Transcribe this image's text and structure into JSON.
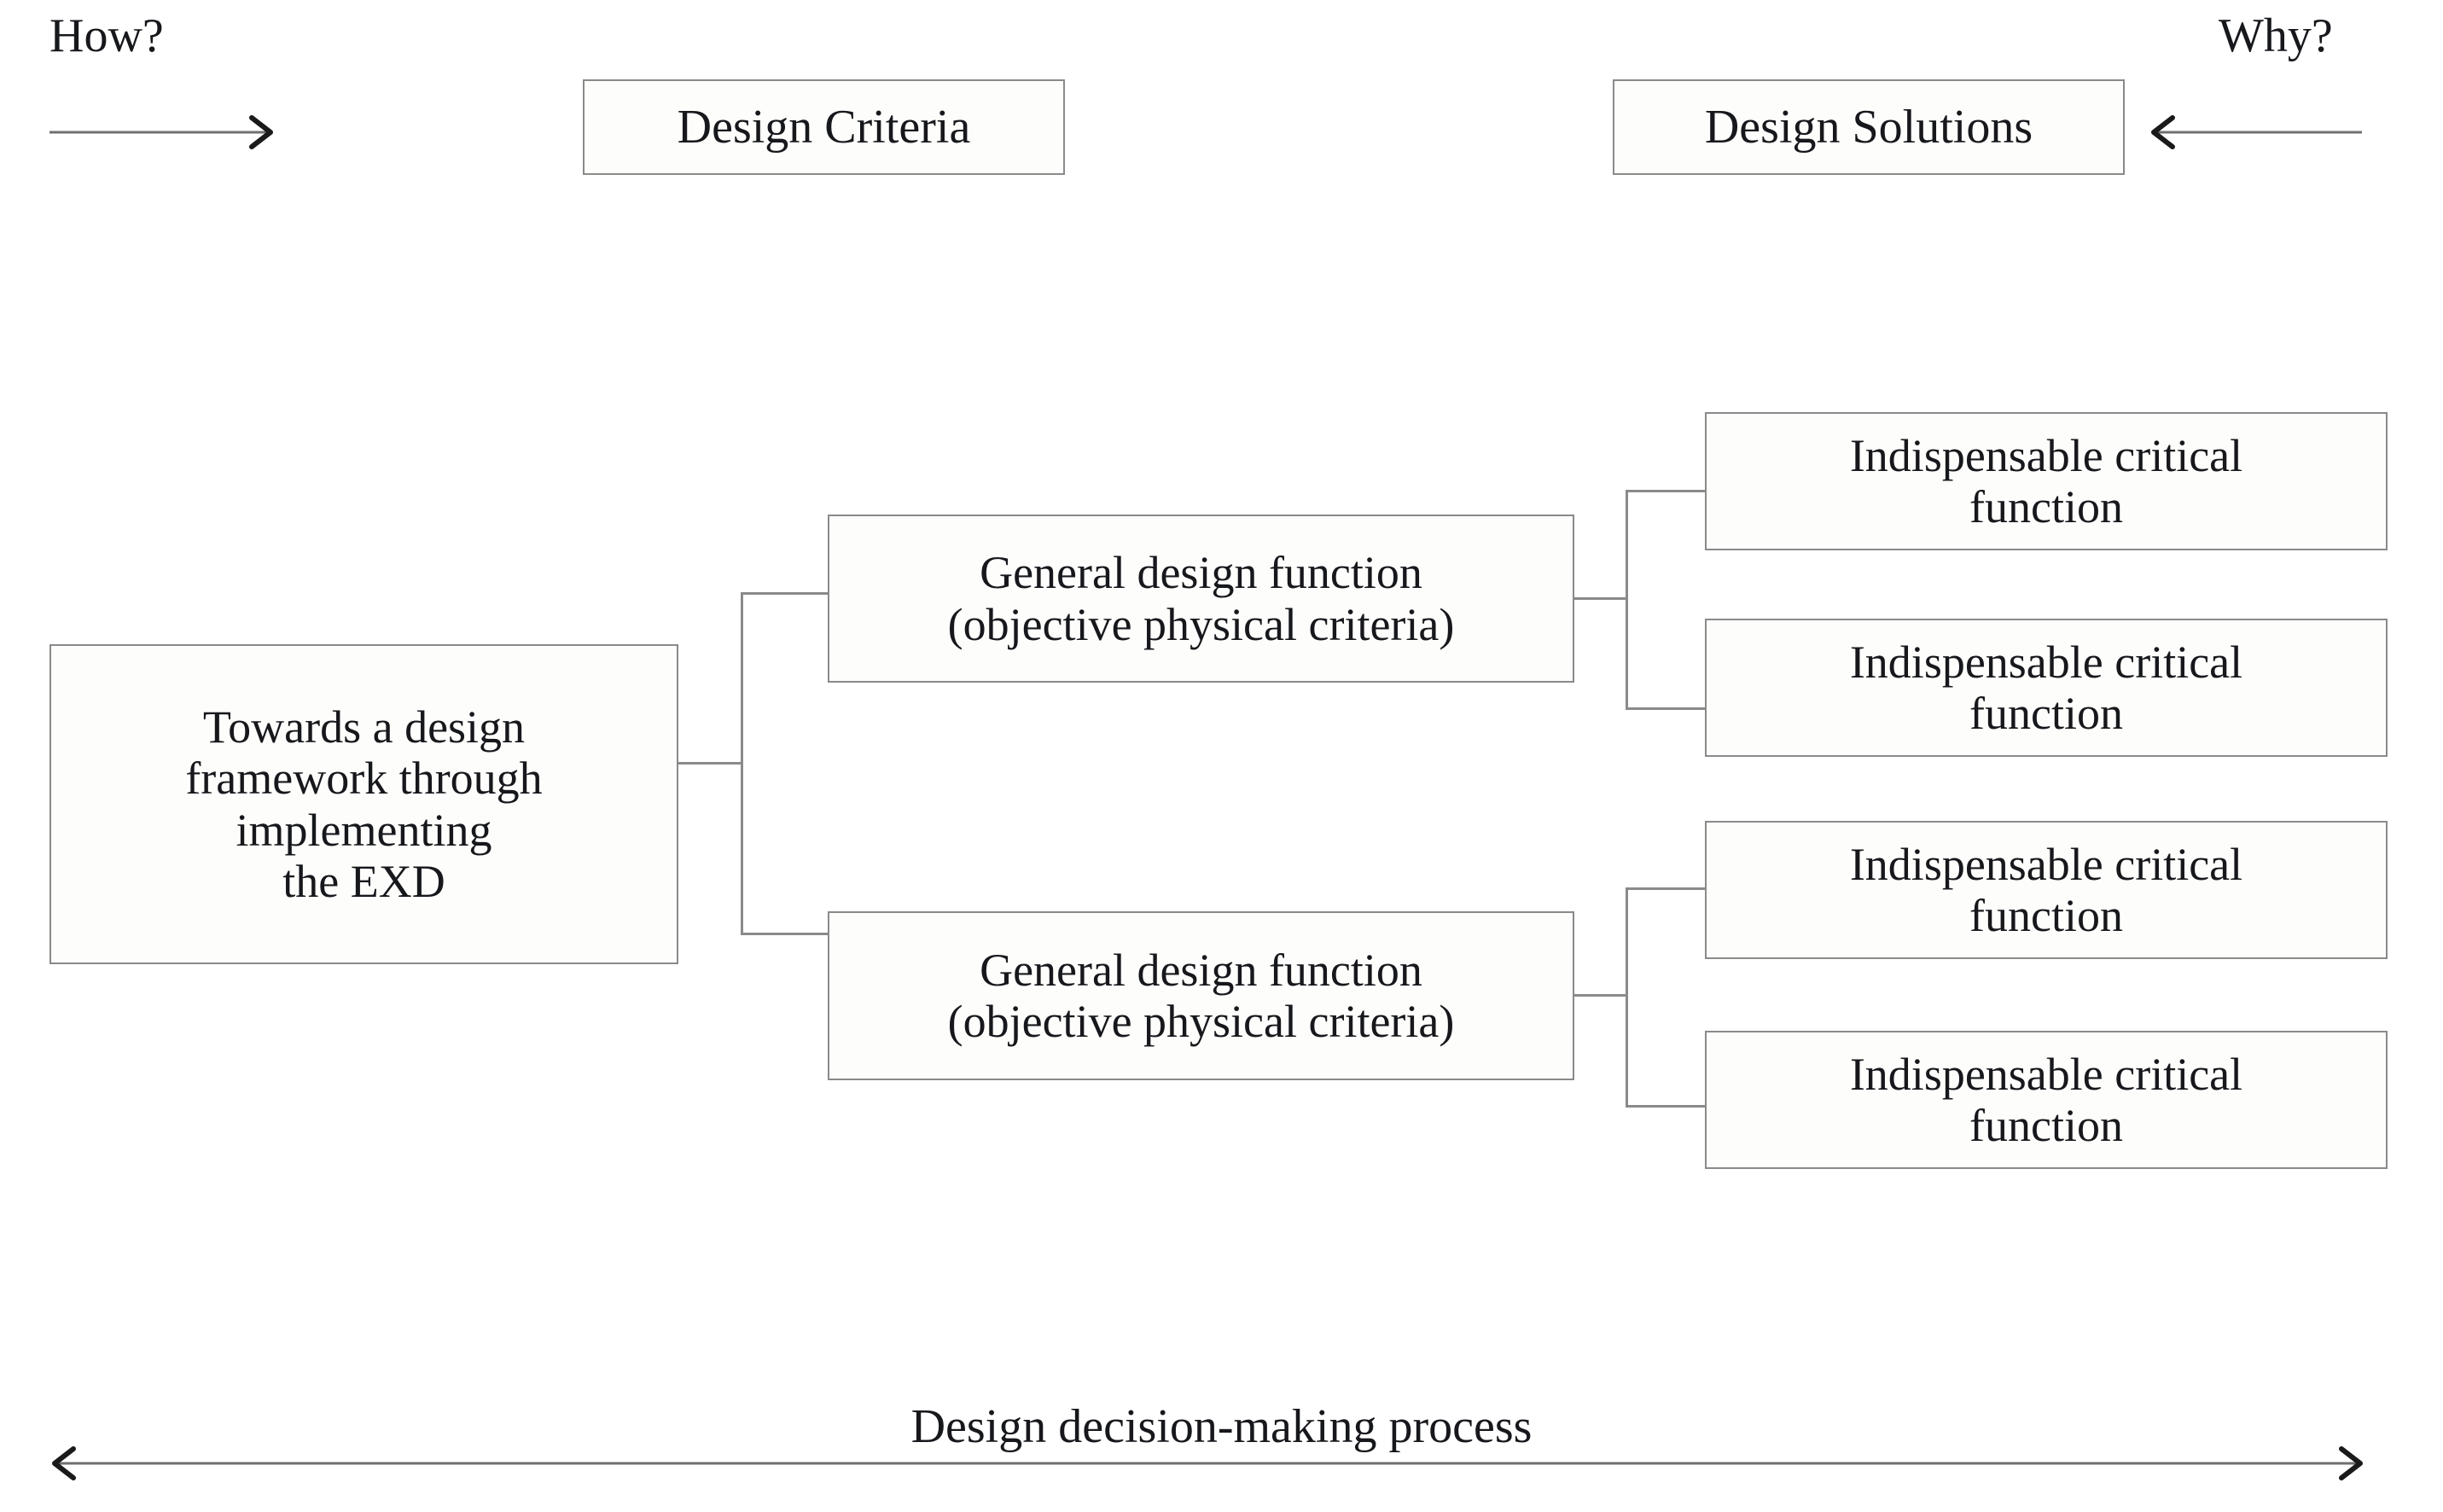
{
  "header": {
    "left_question": "How?",
    "right_question": "Why?",
    "left_box_label": "Design Criteria",
    "right_box_label": "Design Solutions"
  },
  "tree": {
    "root": {
      "label": "Towards a design\nframework through\nimplementing\nthe EXD",
      "line1": "Towards a design",
      "line2": "framework through",
      "line3": "implementing",
      "line4": "the EXD"
    },
    "branches": [
      {
        "label": "General design function\n(objective physical criteria)",
        "line1": "General design function",
        "line2": "(objective physical criteria)",
        "leaves": [
          {
            "line1": "Indispensable critical",
            "line2": "function"
          },
          {
            "line1": "Indispensable critical",
            "line2": "function"
          }
        ]
      },
      {
        "label": "General design function\n(objective physical criteria)",
        "line1": "General design function",
        "line2": "(objective physical criteria)",
        "leaves": [
          {
            "line1": "Indispensable critical",
            "line2": "function"
          },
          {
            "line1": "Indispensable critical",
            "line2": "function"
          }
        ]
      }
    ]
  },
  "footer": {
    "caption": "Design decision-making process"
  },
  "colors": {
    "box_border": "#8a8a8a",
    "connector": "#8a8a8a",
    "arrow_shaft": "#6f6f6f",
    "arrow_head": "#1a1a1a",
    "text": "#16181c",
    "background": "#ffffff"
  }
}
